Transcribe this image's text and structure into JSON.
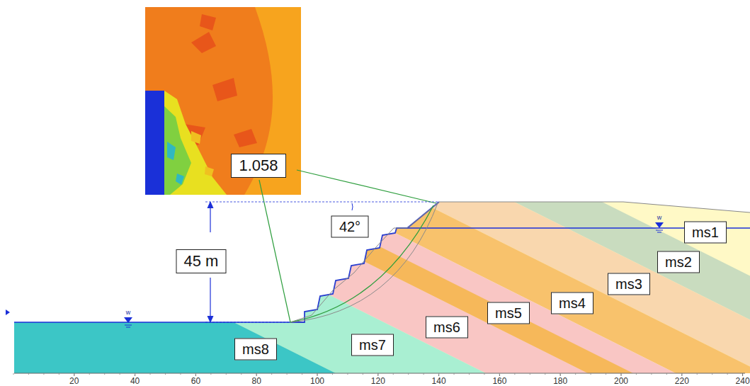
{
  "diagram": {
    "nodes": [
      {
        "text": [
          "1.058"
        ]
      },
      {
        "text": [
          "42°"
        ]
      },
      {
        "text": [
          "45 m"
        ]
      },
      {
        "text": [
          "ms1"
        ]
      },
      {
        "text": [
          "ms2"
        ]
      },
      {
        "text": [
          "ms3"
        ]
      },
      {
        "text": [
          "ms4"
        ]
      },
      {
        "text": [
          "ms5"
        ]
      },
      {
        "text": [
          "ms6"
        ]
      },
      {
        "text": [
          "ms7"
        ]
      },
      {
        "text": [
          "ms8"
        ]
      }
    ],
    "edges": [],
    "labels": [
      "w",
      "w",
      "20",
      "40",
      "60",
      "80",
      "100",
      "120",
      "140",
      "160",
      "180",
      "200",
      "220",
      "240"
    ]
  }
}
